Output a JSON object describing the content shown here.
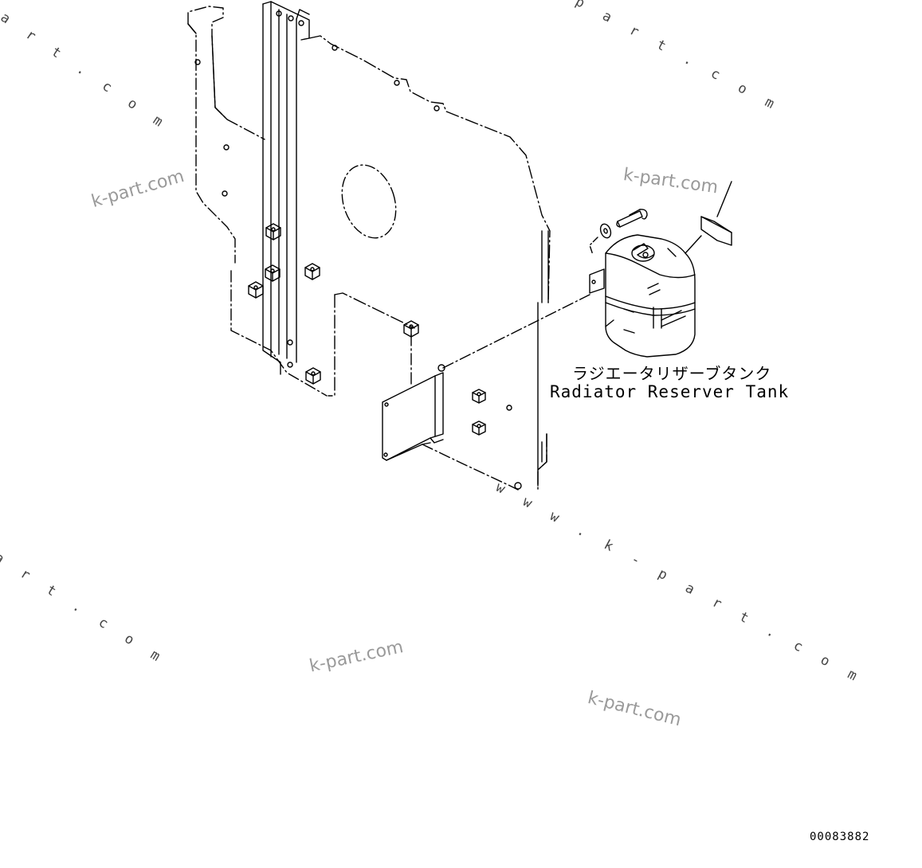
{
  "part_label": {
    "japanese": "ラジエータリザーブタンク",
    "english": "Radiator Reserver Tank"
  },
  "figure_id": "00083882",
  "watermarks": {
    "plain": [
      "k-part.com",
      "k-part.com",
      "k-part.com",
      "k-part.com"
    ],
    "spaced": [
      "a r t . c o m",
      "p a r t . c o m",
      "a r t . c o m",
      "w w w . k - p a r t . c o m"
    ]
  },
  "colors": {
    "line": "#000000",
    "watermark": "#9a9a9a",
    "background": "#ffffff"
  }
}
